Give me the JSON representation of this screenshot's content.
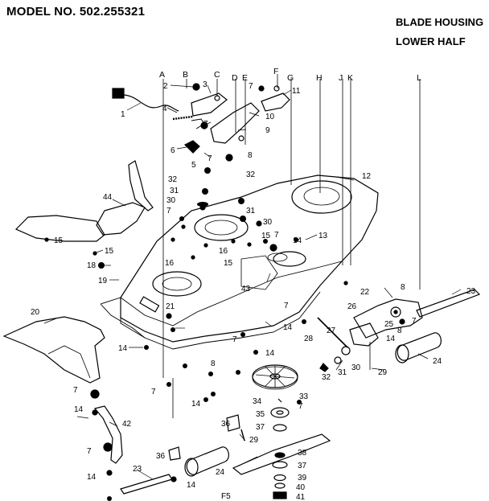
{
  "header": {
    "model": "MODEL NO. 502.255321",
    "title_line1": "BLADE HOUSING",
    "title_line2": "LOWER HALF"
  },
  "figure_code": "F5",
  "column_letters": [
    "A",
    "B",
    "C",
    "D",
    "E",
    "F",
    "G",
    "H",
    "J",
    "K",
    "L"
  ],
  "part_labels": [
    "1",
    "2",
    "3",
    "4",
    "5",
    "6",
    "7",
    "8",
    "9",
    "10",
    "11",
    "12",
    "13",
    "14",
    "15",
    "16",
    "18",
    "19",
    "20",
    "21",
    "22",
    "23",
    "24",
    "25",
    "26",
    "27",
    "28",
    "29",
    "30",
    "31",
    "32",
    "33",
    "34",
    "35",
    "36",
    "37",
    "38",
    "39",
    "40",
    "41",
    "42",
    "43",
    "44"
  ]
}
